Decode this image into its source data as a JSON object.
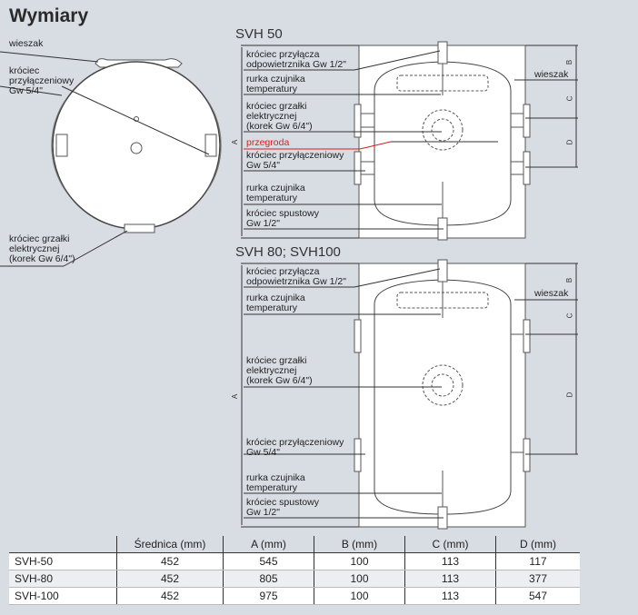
{
  "title": "Wymiary",
  "side_view": {
    "wieszak": "wieszak",
    "krociec_przyl": "króciec\nprzyłączeniowy\nGw 5/4\"",
    "krociec_grzalki": "króciec grzałki\nelektrycznej\n(korek Gw 6/4\")"
  },
  "svh50": {
    "title": "SVH 50",
    "labels": [
      "króciec przyłącza\nodpowietrznika Gw 1/2\"",
      "rurka czujnika\ntemperatury",
      "króciec grzałki\nelektrycznej\n(korek Gw 6/4\")",
      "przegroda",
      "króciec przyłączeniowy\nGw 5/4\"",
      "rurka czujnika\ntemperatury",
      "króciec spustowy\nGw 1/2\""
    ],
    "wieszak": "wieszak",
    "dims": [
      "A",
      "B",
      "C",
      "D"
    ]
  },
  "svh80": {
    "title": "SVH 80; SVH100",
    "labels": [
      "króciec przyłącza\nodpowietrznika Gw 1/2\"",
      "rurka czujnika\ntemperatury",
      "króciec grzałki\nelektrycznej\n(korek Gw 6/4\")",
      "króciec przyłączeniowy\nGw 5/4\"",
      "rurka czujnika\ntemperatury",
      "króciec spustowy\nGw 1/2\""
    ],
    "wieszak": "wieszak",
    "dims": [
      "A",
      "B",
      "C",
      "D"
    ]
  },
  "table": {
    "headers": [
      "",
      "Średnica (mm)",
      "A (mm)",
      "B (mm)",
      "C (mm)",
      "D (mm)"
    ],
    "rows": [
      [
        "SVH-50",
        "452",
        "545",
        "100",
        "113",
        "117"
      ],
      [
        "SVH-80",
        "452",
        "805",
        "100",
        "113",
        "377"
      ],
      [
        "SVH-100",
        "452",
        "975",
        "100",
        "113",
        "547"
      ]
    ]
  },
  "colors": {
    "background": "#d8dce3",
    "accent": "#e01b1b"
  }
}
